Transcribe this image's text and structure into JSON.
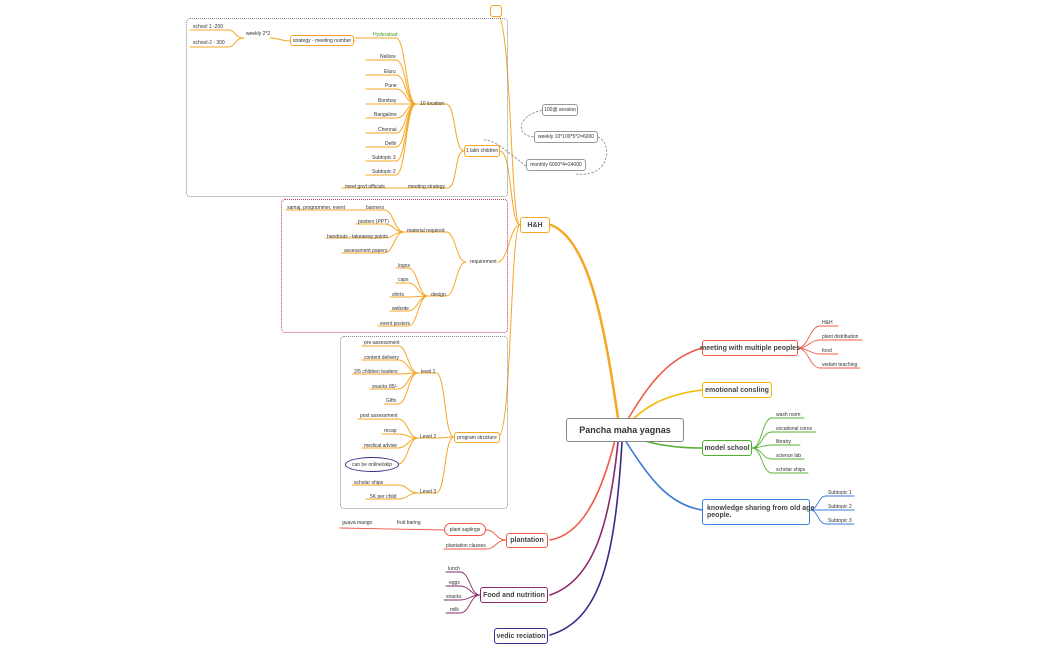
{
  "central": "Pancha maha yagnas",
  "right": {
    "meeting": {
      "label": "meeting with multiple peoples",
      "children": [
        "H&H",
        "plant distribution",
        "food",
        "vedam teaching"
      ]
    },
    "emotional": {
      "label": "emotional consling"
    },
    "model": {
      "label": "model school",
      "children": [
        "wash room",
        "vocational cores",
        "libratry",
        "science lab",
        "scholar ships"
      ]
    },
    "knowledge": {
      "label1": "knowledge sharing from old age",
      "label2": "people.",
      "children": [
        "Subtopic 1",
        "Subtopic 2",
        "Subtopic 3"
      ]
    }
  },
  "left": {
    "hh": {
      "label": "H&H"
    },
    "plantation": {
      "label": "plantation",
      "plant_saplings": "plant saplings",
      "fruit_baring": "fruit baring",
      "guava": "guava mango",
      "plantation_classes": "plantation classes"
    },
    "food": {
      "label": "Food and nutrition",
      "children": [
        "lunch",
        "eggs",
        "snacks",
        "milk"
      ]
    },
    "vedic": {
      "label": "vedic reciation"
    }
  },
  "lakh": {
    "label": "1 lakh children",
    "session": "100@ session",
    "weekly": "weekly 10*100*5*2=6000",
    "monthly": "monthly 6000*4=24000",
    "location": "10 location",
    "cities": [
      "Hyderabad",
      "Nellore",
      "Eluru",
      "Pune",
      "Bombay",
      "Bangalore",
      "Chennai",
      "Delhi",
      "Subtopic 3",
      "Subtopic 2"
    ],
    "strategy": "strategy - meeting number",
    "weekly22": "weekly 2*2",
    "school1": "school 1 -200",
    "school2": "school-2 - 300",
    "meeting_strategy": "meeting strategy",
    "govt": "meet govt officials"
  },
  "requirement": {
    "label": "requirement",
    "material": "material required",
    "material_items": [
      "banners",
      "posters (PPT)",
      "handouts - takeaway points",
      "assessment papers"
    ],
    "samaj": "samaj, programmer, event",
    "design": "design",
    "design_items": [
      "logos",
      "caps",
      "shirts",
      "website",
      "event posters"
    ]
  },
  "program": {
    "label": "program structure",
    "level1": "level 1",
    "level1_items": [
      "pre-assessment",
      "content delivery",
      "2/5 children leaders",
      "snacks 85/-",
      "Gifts"
    ],
    "level2": "Level 2",
    "level2_items": [
      "post assessment",
      "recap",
      "medical advise",
      "can be online/skip"
    ],
    "level3": "Level 3",
    "level3_items": [
      "scholar ships",
      "5K per child"
    ]
  },
  "colors": {
    "orange": "#f5a623",
    "central_border": "#888888",
    "red": "#f05a4a",
    "yellow": "#f5b800",
    "green": "#55b030",
    "blue": "#3a7bd5",
    "purple": "#8a2a6a",
    "navy": "#3a2a8a",
    "dark": "#2a1a6a",
    "hyd": "#4a9a2a"
  }
}
